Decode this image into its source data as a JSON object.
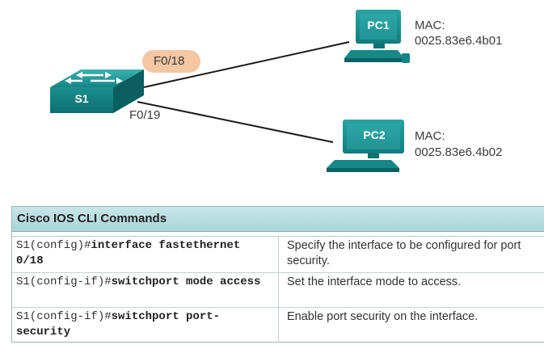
{
  "diagram": {
    "switch_label": "S1",
    "port_f018": "F0/18",
    "port_f019": "F0/19",
    "pc1": {
      "label": "PC1",
      "mac_title": "MAC:",
      "mac": "0025.83e6.4b01"
    },
    "pc2": {
      "label": "PC2",
      "mac_title": "MAC:",
      "mac": "0025.83e6.4b02"
    },
    "colors": {
      "device_teal": "#1a8f8f",
      "port_highlight": "#f4c6a2",
      "link": "#1a1a1a"
    }
  },
  "table": {
    "title": "Cisco IOS CLI Commands",
    "rows": [
      {
        "prompt": "S1(config)#",
        "command": "interface fastethernet 0/18",
        "description": "Specify the interface to be configured for port security."
      },
      {
        "prompt": "S1(config-if)#",
        "command": "switchport mode access",
        "description": "Set the interface mode to access."
      },
      {
        "prompt": "S1(config-if)#",
        "command": "switchport port-security",
        "description": "Enable port security on the interface."
      }
    ]
  }
}
